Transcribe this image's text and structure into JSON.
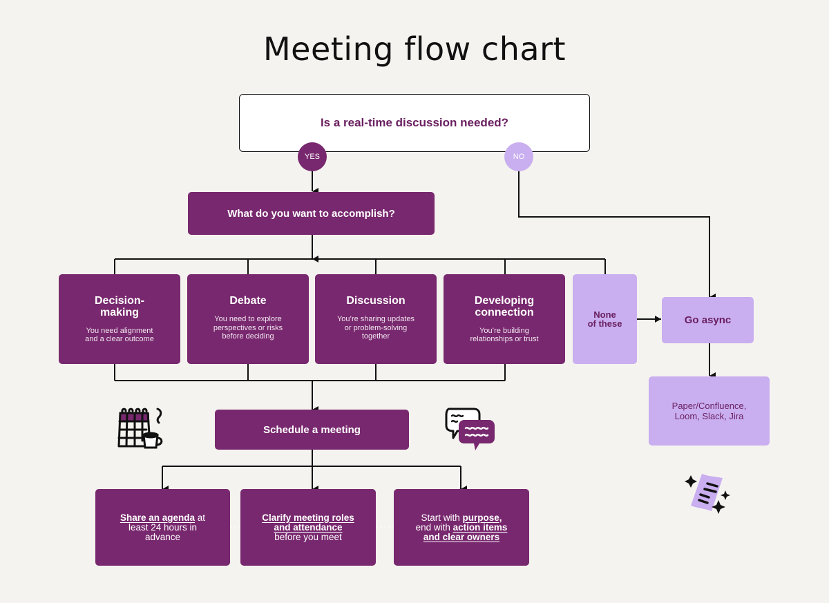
{
  "title": "Meeting flow chart",
  "colors": {
    "background": "#f5f3ef",
    "dark_purple": "#78286e",
    "light_purple": "#c9aef0",
    "text_purple": "#6a2060"
  },
  "start": {
    "question": "Is a real-time discussion needed?",
    "yes_label": "YES",
    "no_label": "NO"
  },
  "accomplish": {
    "question": "What do you want to accomplish?"
  },
  "options": [
    {
      "title": "Decision-making",
      "title_line1": "Decision-",
      "title_line2": "making",
      "description_line1": "You need alignment",
      "description_line2": "and a clear outcome"
    },
    {
      "title": "Debate",
      "description_line1": "You need to explore",
      "description_line2": "perspectives or risks",
      "description_line3": "before deciding"
    },
    {
      "title": "Discussion",
      "description_line1": "You’re sharing updates",
      "description_line2": "or problem-solving",
      "description_line3": "together"
    },
    {
      "title": "Developing connection",
      "title_line1": "Developing",
      "title_line2": "connection",
      "description_line1": "You’re building",
      "description_line2": "relationships or trust"
    }
  ],
  "none_option": {
    "line1": "None",
    "line2": "of these"
  },
  "async": {
    "label": "Go async",
    "tools_line1": "Paper/Confluence,",
    "tools_line2": "Loom, Slack, Jira"
  },
  "schedule": {
    "label": "Schedule a meeting"
  },
  "actions": [
    {
      "emphasis": "Share an agenda",
      "rest_1": " at",
      "rest_2": "least 24 hours in",
      "rest_3": "advance"
    },
    {
      "emphasis_1": "Clarify meeting roles",
      "emphasis_2": "and attendance",
      "rest": "before you meet"
    },
    {
      "lead_1": "Start with ",
      "emphasis_1": "purpose,",
      "lead_2": "end with ",
      "emphasis_2": "action items",
      "emphasis_3": "and clear owners"
    }
  ],
  "icons": {
    "calendar": "calendar-coffee-icon",
    "chat": "chat-bubbles-icon",
    "document": "sparkle-document-icon"
  }
}
